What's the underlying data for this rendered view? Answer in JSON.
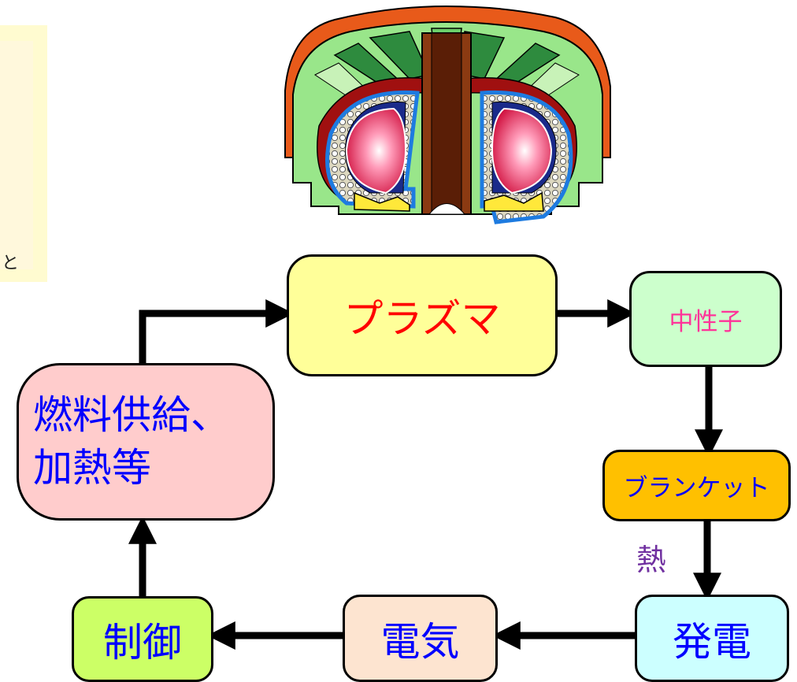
{
  "nodes": {
    "plasma": "プラズマ",
    "neutron": "中性子",
    "blanket": "ブランケット",
    "generation": "発電",
    "electricity": "電気",
    "control": "制御",
    "fuel_line1": "燃料供給、",
    "fuel_line2": "加熱等"
  },
  "labels": {
    "heat": "熱"
  },
  "side_note": {
    "glyph": "と"
  },
  "colors": {
    "plasma_fill": "#ffff99",
    "neutron_fill": "#ccffcc",
    "blanket_fill": "#ffc000",
    "generation_fill": "#ccffff",
    "electricity_fill": "#fde4d0",
    "control_fill": "#ccff66",
    "fuel_fill": "#ffcccc",
    "node_text": "#0000ff",
    "plasma_text": "#ff0000",
    "neutron_text": "#ff3399",
    "heat_text": "#7030a0"
  },
  "illustration": "tokamak-reactor-cutaway"
}
